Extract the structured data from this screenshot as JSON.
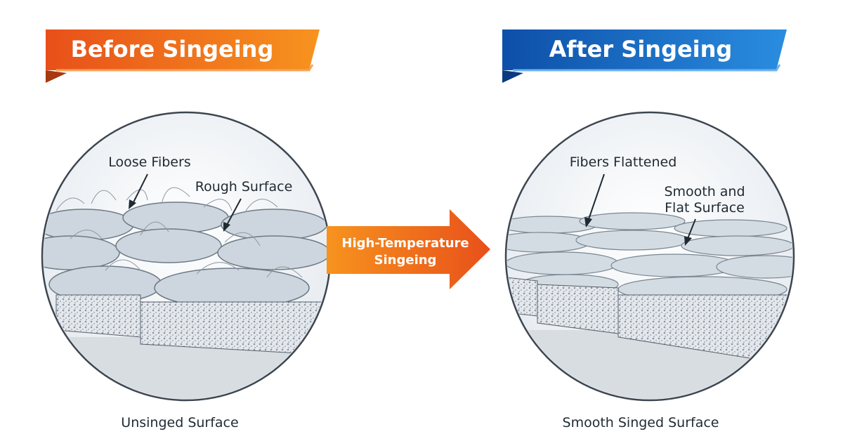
{
  "before": {
    "banner_title": "Before Singeing",
    "labels": {
      "loose_fibers": "Loose Fibers",
      "rough_surface": "Rough Surface"
    },
    "caption": "Unsinged Surface"
  },
  "after": {
    "banner_title": "After Singeing",
    "labels": {
      "fibers_flattened": "Fibers Flattened",
      "smooth_line1": "Smooth and",
      "smooth_line2": "Flat Surface"
    },
    "caption": "Smooth Singed Surface"
  },
  "process_arrow": {
    "line1": "High-Temperature",
    "line2": "Singeing"
  },
  "colors": {
    "orange": "#f26a1b",
    "blue": "#1565c0",
    "fabric": "#c9d3dc"
  }
}
